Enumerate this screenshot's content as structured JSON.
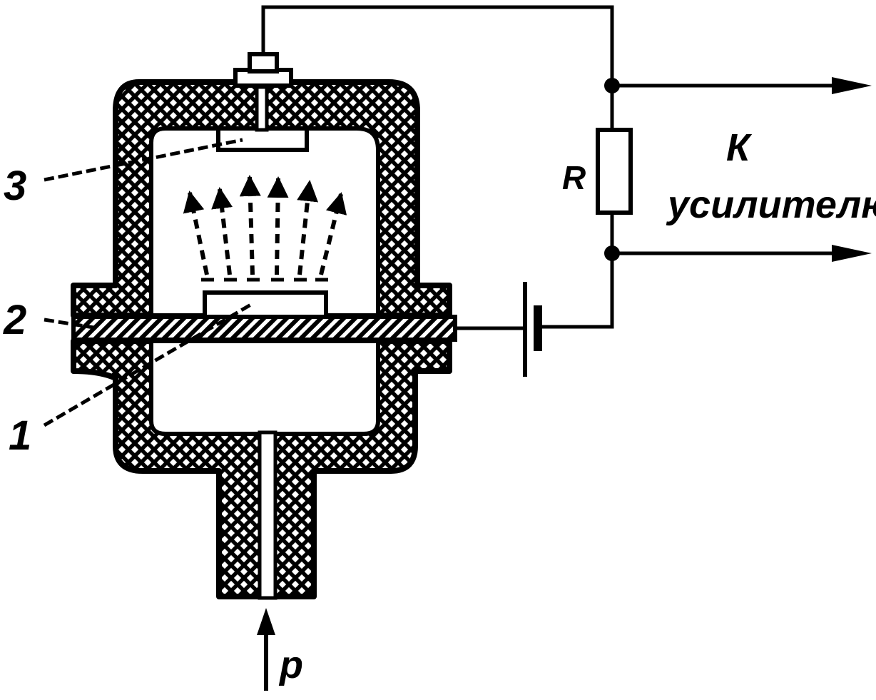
{
  "labels": {
    "part3": "3",
    "part2": "2",
    "part1": "1",
    "resistor": "R",
    "output_line1": "К",
    "output_line2": "усилителю",
    "pressure": "p"
  },
  "colors": {
    "ink": "#000000",
    "paper": "#ffffff"
  }
}
